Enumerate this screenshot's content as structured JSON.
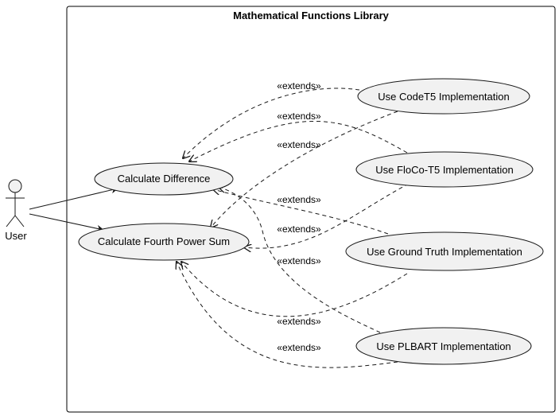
{
  "system": {
    "title": "Mathematical Functions Library"
  },
  "actor": {
    "name": "User"
  },
  "use_cases": {
    "calc_diff": "Calculate Difference",
    "calc_fourth": "Calculate Fourth Power Sum",
    "codet5": "Use CodeT5 Implementation",
    "floco": "Use FloCo-T5 Implementation",
    "ground": "Use Ground Truth Implementation",
    "plbart": "Use PLBART Implementation"
  },
  "relations": {
    "extends_label": "«extends»"
  },
  "colors": {
    "ellipse_fill": "#f1f1f1",
    "stroke": "#181818",
    "frame": "#000000"
  }
}
